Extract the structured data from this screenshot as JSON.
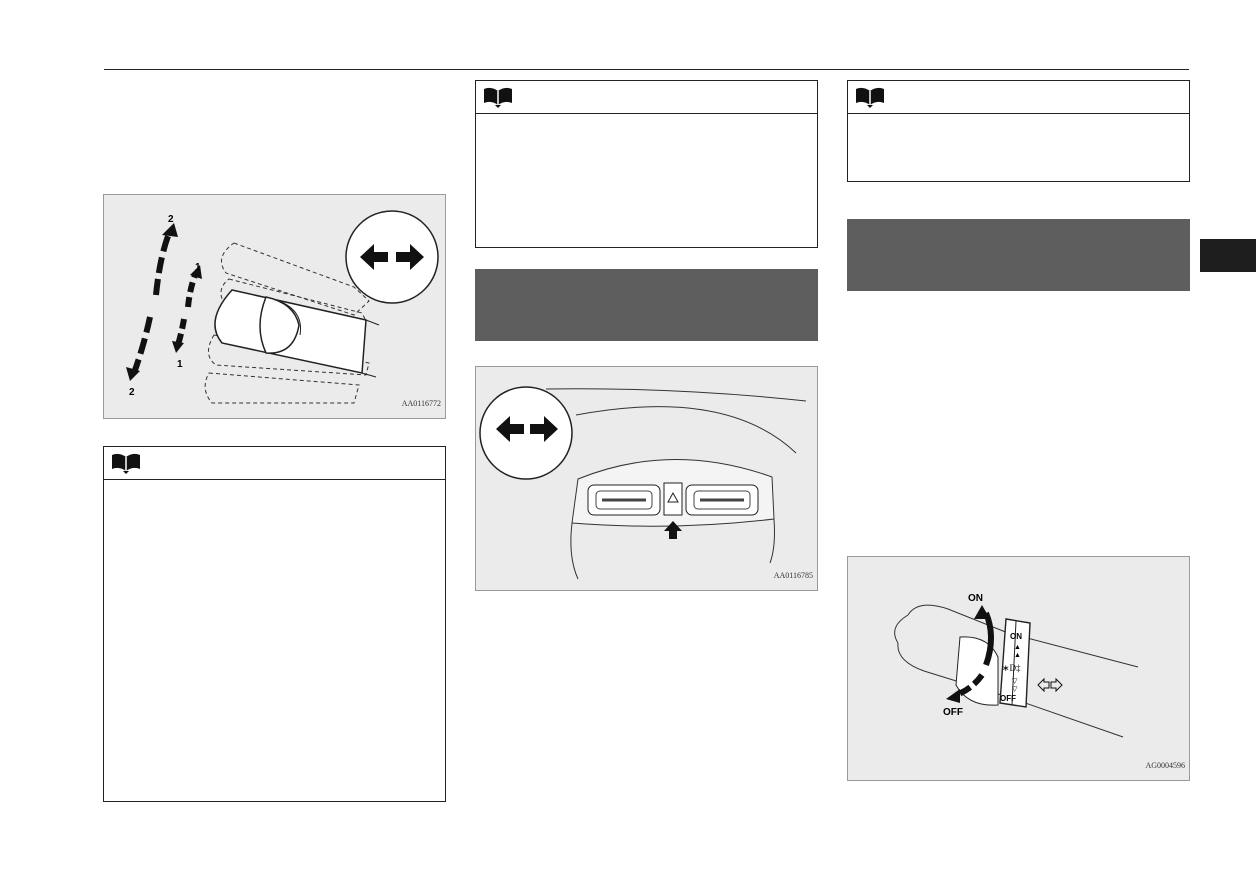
{
  "figures": {
    "lever": {
      "code": "AA0116772",
      "arrow_labels": [
        "2",
        "1",
        "1",
        "2"
      ]
    },
    "hazard": {
      "code": "AA0116785"
    },
    "fog": {
      "code": "AG0004596",
      "on_label": "ON",
      "off_label": "OFF",
      "ring_on": "ON",
      "ring_off": "OFF"
    }
  },
  "icons": {
    "note": "book-note-icon",
    "turn": "turn-signal-arrows-icon",
    "hazard": "hazard-triangle-icon"
  },
  "colors": {
    "band": "#5e5e5e",
    "tab": "#1e1e1e",
    "figure_bg": "#ebebeb"
  }
}
